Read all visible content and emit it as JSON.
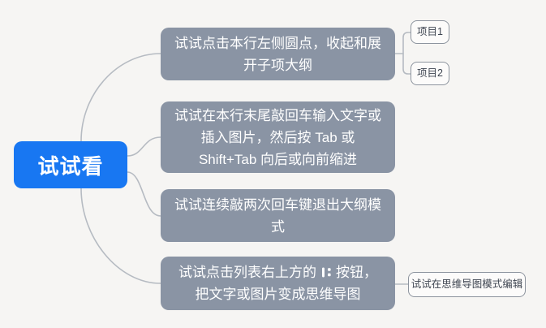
{
  "canvas": {
    "background_color": "#f6f5f3",
    "connector_color": "#b6bbc2"
  },
  "root": {
    "label": "试试看",
    "background_color": "#1877f2",
    "text_color": "#ffffff"
  },
  "branches": [
    {
      "label": "试试点击本行左侧圆点，收起和展\n开子项大纲",
      "background_color": "#8a94a4"
    },
    {
      "label": "试试在本行末尾敲回车输入文字或\n插入图片，然后按 Tab 或\nShift+Tab 向后或向前缩进",
      "background_color": "#8a94a4"
    },
    {
      "label": "试试连续敲两次回车键退出大纲模\n式",
      "background_color": "#8a94a4"
    },
    {
      "line1_before_icon": "试试点击列表右上方的",
      "icon": "mindmap-convert-icon",
      "line1_after_icon": "按钮，",
      "line2": "把文字或图片变成思维导图",
      "background_color": "#8a94a4"
    }
  ],
  "leaves": [
    {
      "label": "项目1"
    },
    {
      "label": "项目2"
    },
    {
      "label": "试试在思维导图模式编辑"
    }
  ]
}
